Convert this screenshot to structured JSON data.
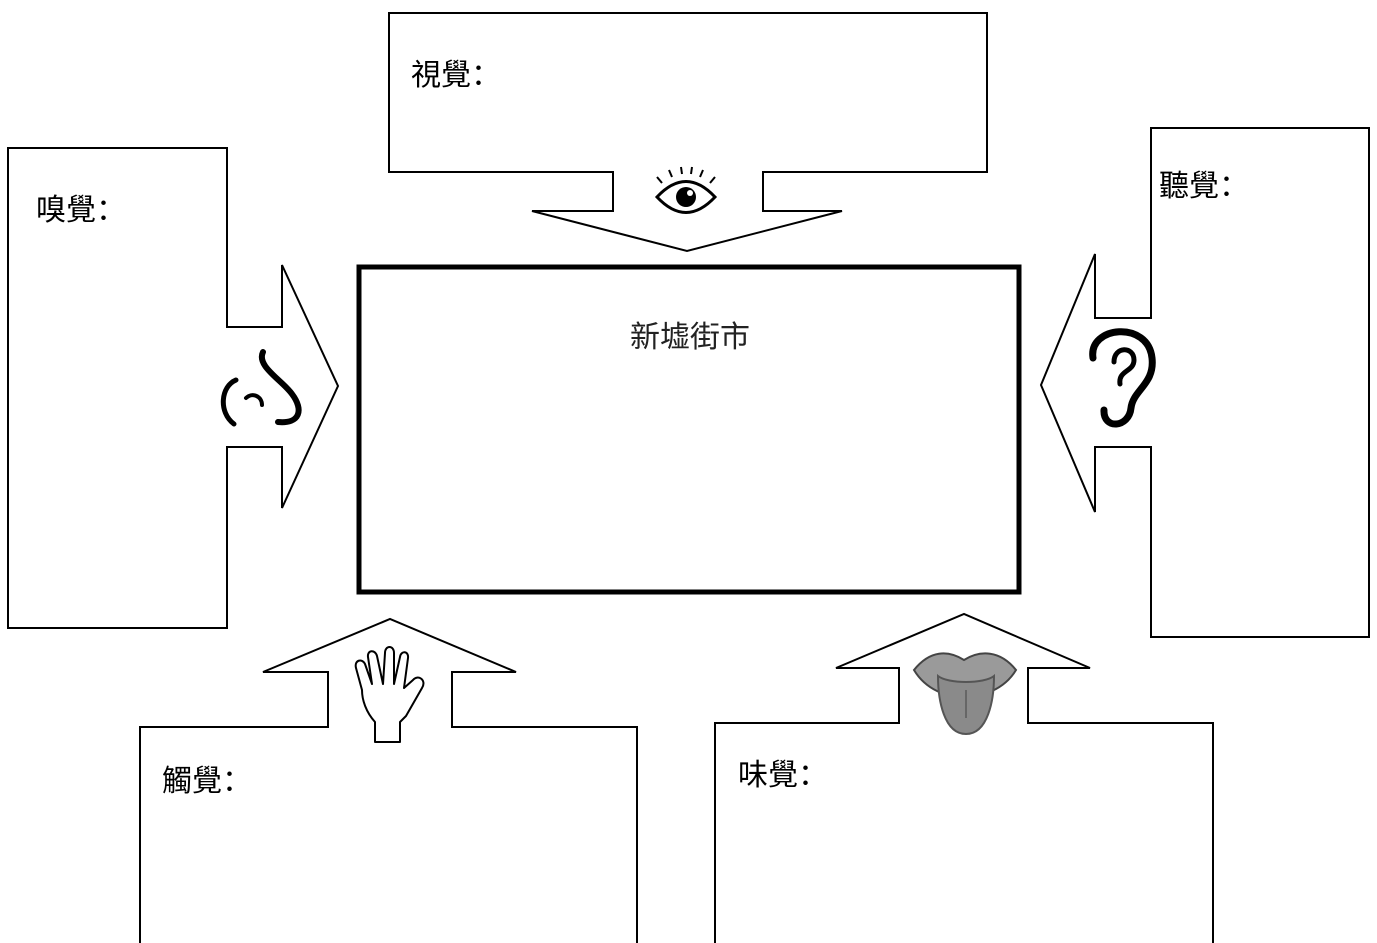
{
  "center": {
    "title": "新墟街市"
  },
  "senses": {
    "sight": {
      "label": "視覺：",
      "icon": "eye-icon"
    },
    "smell": {
      "label": "嗅覺：",
      "icon": "nose-icon"
    },
    "hearing": {
      "label": "聽覺：",
      "icon": "ear-icon"
    },
    "touch": {
      "label": "觸覺：",
      "icon": "hand-icon"
    },
    "taste": {
      "label": "味覺：",
      "icon": "tongue-icon"
    }
  },
  "colors": {
    "stroke": "#000000",
    "background": "#ffffff",
    "tongue": "#8a8a8a"
  }
}
